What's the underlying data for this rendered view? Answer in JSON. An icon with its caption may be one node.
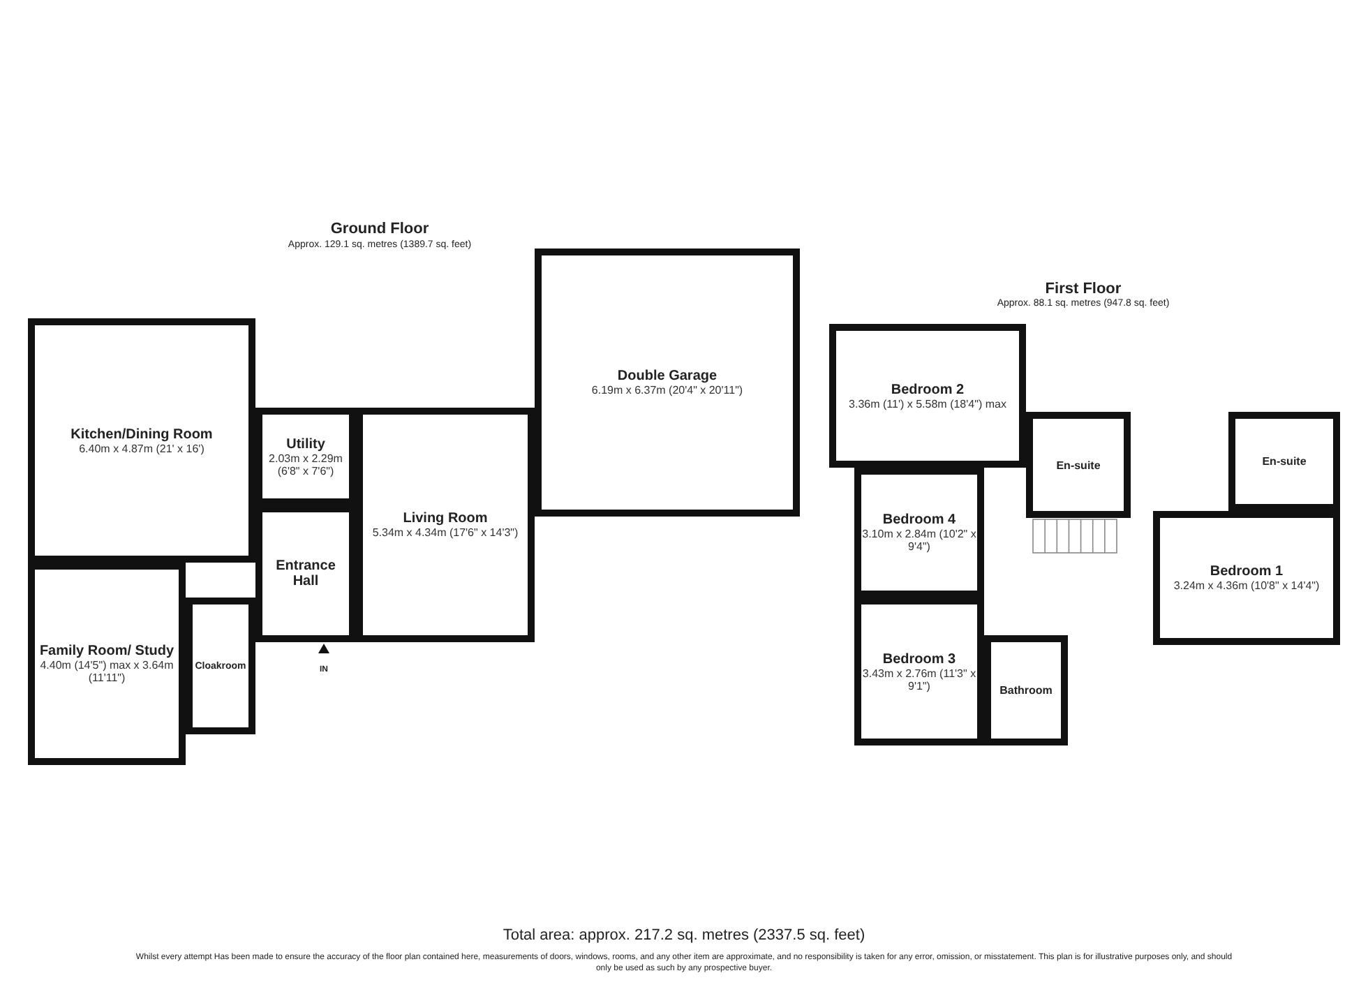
{
  "diagram": {
    "nodes": [
      {
        "text": [
          "Kitchen/Dining Room",
          "6.40m x 4.87m (21' x 16')"
        ]
      },
      {
        "text": [
          "Utility",
          "2.03m x 2.29m (6'8\" x 7'6\")"
        ]
      },
      {
        "text": [
          "Living Room",
          "5.34m x 4.34m (17'6\" x 14'3\")"
        ]
      },
      {
        "text": [
          "Entrance Hall"
        ]
      },
      {
        "text": [
          "Family Room/ Study",
          "4.40m (14'5\") max x 3.64m (11'11\")"
        ]
      },
      {
        "text": [
          "Cloakroom"
        ]
      },
      {
        "text": [
          "Double Garage",
          "6.19m x 6.37m (20'4\" x 20'11\")"
        ]
      },
      {
        "text": [
          "Bedroom 2",
          "3.36m (11') x 5.58m (18'4\") max"
        ]
      },
      {
        "text": [
          "En-suite"
        ]
      },
      {
        "text": [
          "Bedroom 4",
          "3.10m x 2.84m (10'2\" x 9'4\")"
        ]
      },
      {
        "text": [
          "En-suite"
        ]
      },
      {
        "text": [
          "Bedroom 1",
          "3.24m x 4.36m (10'8\" x 14'4\")"
        ]
      },
      {
        "text": [
          "Bedroom 3",
          "3.43m x 2.76m (11'3\" x 9'1\")"
        ]
      },
      {
        "text": [
          "Bathroom"
        ]
      }
    ],
    "labels": [
      "Ground Floor",
      "Approx. 129.1 sq. metres (1389.7 sq. feet)",
      "First Floor",
      "Approx. 88.1 sq. metres (947.8 sq. feet)",
      "IN",
      "Total area: approx. 217.2 sq. metres (2337.5 sq. feet)",
      "Whilst every attempt Has been made to ensure the accuracy of the floor plan contained here, measurements of doors, windows, rooms, and any other item are approximate, and no responsibility is taken for any error, omission, or misstatement. This plan is for illustrative purposes only, and should only be used as such by any prospective buyer."
    ]
  }
}
